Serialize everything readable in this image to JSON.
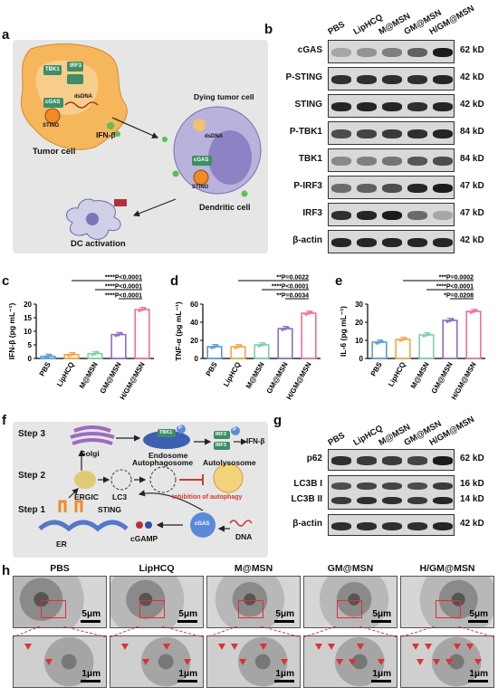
{
  "panels": {
    "a": "a",
    "b": "b",
    "c": "c",
    "d": "d",
    "e": "e",
    "f": "f",
    "g": "g",
    "h": "h"
  },
  "schematic_a": {
    "tbk1": "TBK1",
    "irf3": "IRF3",
    "cgas": "cGAS",
    "sting": "STING",
    "dsdna": "dsDNA",
    "ifnb": "IFN-β",
    "tumor_cell": "Tumor cell",
    "dying": "Dying tumor cell",
    "dsdna2": "dsDNA",
    "cgas2": "cGAS",
    "sting2": "STING",
    "dendritic": "Dendritic cell",
    "dc_activation": "DC activation",
    "colors": {
      "bg": "#e6e6e6",
      "tumor": "#f5b65c",
      "dying": "#b9b2dc",
      "nucleus": "#8d82c4",
      "dc": "#cfcfe8"
    }
  },
  "blot_b": {
    "lanes": [
      "PBS",
      "LipHCQ",
      "M@MSN",
      "GM@MSN",
      "H/GM@MSN"
    ],
    "rows": [
      {
        "name": "cGAS",
        "kd": "62 kD"
      },
      {
        "name": "P-STING",
        "kd": "42 kD"
      },
      {
        "name": "STING",
        "kd": "42 kD"
      },
      {
        "name": "P-TBK1",
        "kd": "84 kD"
      },
      {
        "name": "TBK1",
        "kd": "84 kD"
      },
      {
        "name": "P-IRF3",
        "kd": "47 kD"
      },
      {
        "name": "IRF3",
        "kd": "47 kD"
      },
      {
        "name": "β-actin",
        "kd": "42 kD"
      }
    ]
  },
  "chart_data": [
    {
      "type": "bar",
      "panel": "c",
      "ylabel": "IFN-β (pg mL⁻¹)",
      "categories": [
        "PBS",
        "LipHCQ",
        "M@MSN",
        "GM@MSN",
        "H/GM@MSN"
      ],
      "values": [
        0.8,
        1.4,
        1.8,
        8.8,
        18.0
      ],
      "ylim": [
        0,
        20
      ],
      "yticks": [
        0,
        5,
        10,
        15,
        20
      ],
      "annotations": [
        "****P<0.0001",
        "****P<0.0001",
        "****P<0.0001"
      ]
    },
    {
      "type": "bar",
      "panel": "d",
      "ylabel": "TNF-α (pg mL⁻¹)",
      "categories": [
        "PBS",
        "LipHCQ",
        "M@MSN",
        "GM@MSN",
        "H/GM@MSN"
      ],
      "values": [
        13,
        13,
        15,
        33,
        50
      ],
      "ylim": [
        0,
        60
      ],
      "yticks": [
        0,
        20,
        40,
        60
      ],
      "annotations": [
        "**P=0.0022",
        "****P<0.0001",
        "**P=0.0034"
      ]
    },
    {
      "type": "bar",
      "panel": "e",
      "ylabel": "IL-6 (pg mL⁻¹)",
      "categories": [
        "PBS",
        "LipHCQ",
        "M@MSN",
        "GM@MSN",
        "H/GM@MSN"
      ],
      "values": [
        9,
        10.5,
        13,
        21,
        26
      ],
      "ylim": [
        0,
        30
      ],
      "yticks": [
        0,
        10,
        20,
        30
      ],
      "annotations": [
        "***P=0.0002",
        "****P<0.0001",
        "*P=0.0208"
      ]
    }
  ],
  "bar_colors": [
    "#5b9bd5",
    "#f4a742",
    "#7fd1a6",
    "#8e6cc6",
    "#f06f9e"
  ],
  "schematic_f": {
    "step1": "Step 1",
    "step2": "Step 2",
    "step3": "Step 3",
    "golgi": "Golgi",
    "endosome": "Endosome",
    "tbk1": "TBK1",
    "irf3a": "IRF3",
    "irf3b": "IRF3",
    "ifnb": "IFN-β",
    "ergic": "ERGIC",
    "lc3": "LC3",
    "autophagosome": "Autophagosome",
    "autolysosome": "Autolysosome",
    "inhibition": "Inhibition of autophagy",
    "sting": "STING",
    "er": "ER",
    "cgamp": "cGAMP",
    "cgas": "cGAS",
    "dna": "DNA",
    "p": "P"
  },
  "blot_g": {
    "lanes": [
      "PBS",
      "LipHCQ",
      "M@MSN",
      "GM@MSN",
      "H/GM@MSN"
    ],
    "rows": [
      {
        "name": "p62",
        "kd": "62 kD"
      },
      {
        "name": "LC3B I",
        "kd": "16 kD"
      },
      {
        "name": "LC3B II",
        "kd": "14 kD"
      },
      {
        "name": "β-actin",
        "kd": "42 kD"
      }
    ]
  },
  "em_h": {
    "groups": [
      "PBS",
      "LipHCQ",
      "M@MSN",
      "GM@MSN",
      "H/GM@MSN"
    ],
    "scale_top": "5μm",
    "scale_bottom": "1μm"
  }
}
